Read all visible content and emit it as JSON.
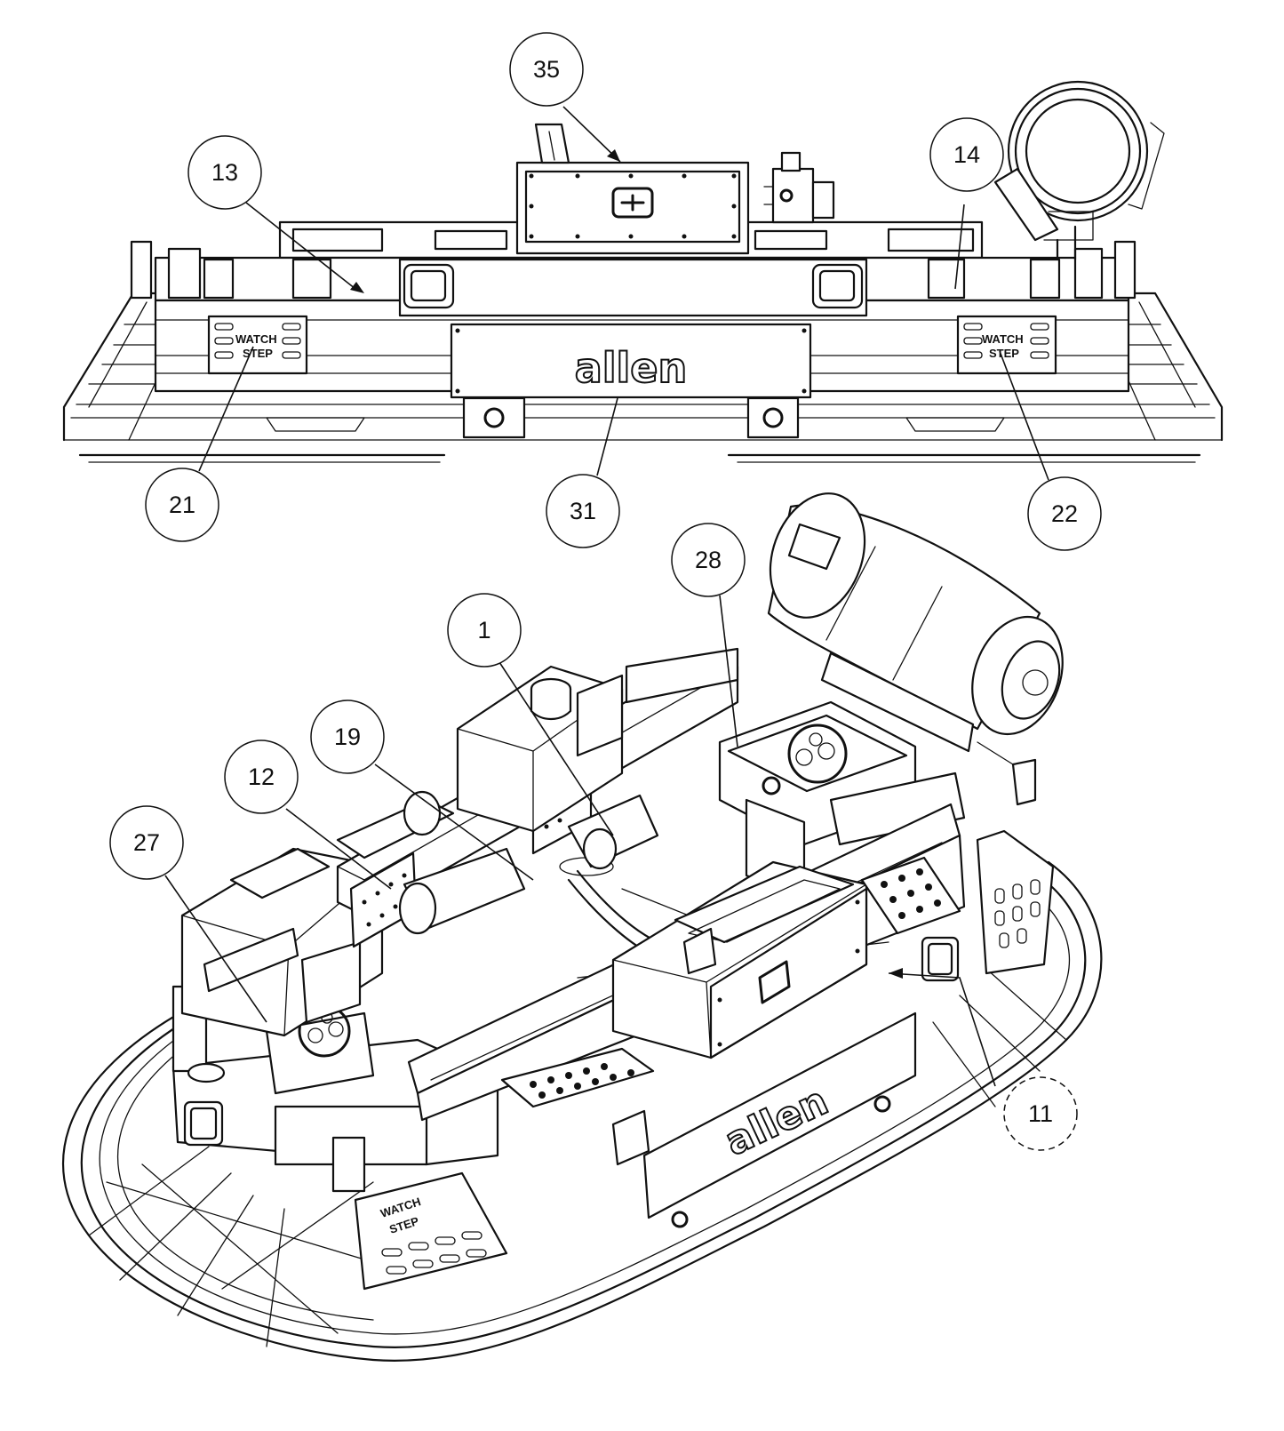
{
  "callouts": {
    "c35": "35",
    "c13": "13",
    "c14": "14",
    "c21": "21",
    "c31": "31",
    "c22": "22",
    "c28": "28",
    "c1": "1",
    "c19": "19",
    "c12": "12",
    "c27": "27",
    "c11": "11"
  },
  "decals": {
    "brand": "allen",
    "watch": "WATCH",
    "step": "STEP"
  },
  "colors": {
    "line": "#111111",
    "paper": "#ffffff"
  }
}
